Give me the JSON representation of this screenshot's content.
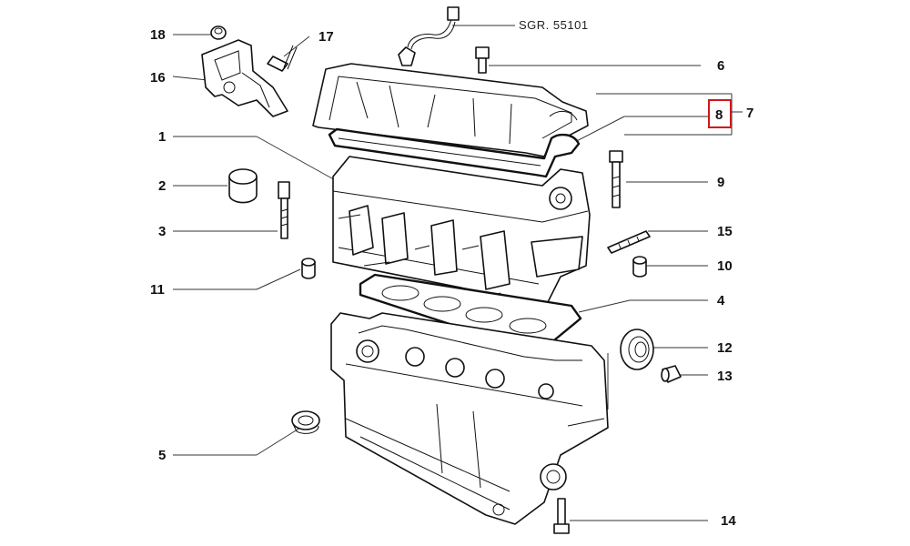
{
  "diagram": {
    "reference_code": "SGR. 55101",
    "callouts": {
      "c1": "1",
      "c2": "2",
      "c3": "3",
      "c4": "4",
      "c5": "5",
      "c6": "6",
      "c7": "7",
      "c8": "8",
      "c9": "9",
      "c10": "10",
      "c11": "11",
      "c12": "12",
      "c13": "13",
      "c14": "14",
      "c15": "15",
      "c16": "16",
      "c17": "17",
      "c18": "18"
    },
    "highlighted_callout": "8",
    "highlight_color": "#d0161b",
    "line_color": "#111111"
  }
}
